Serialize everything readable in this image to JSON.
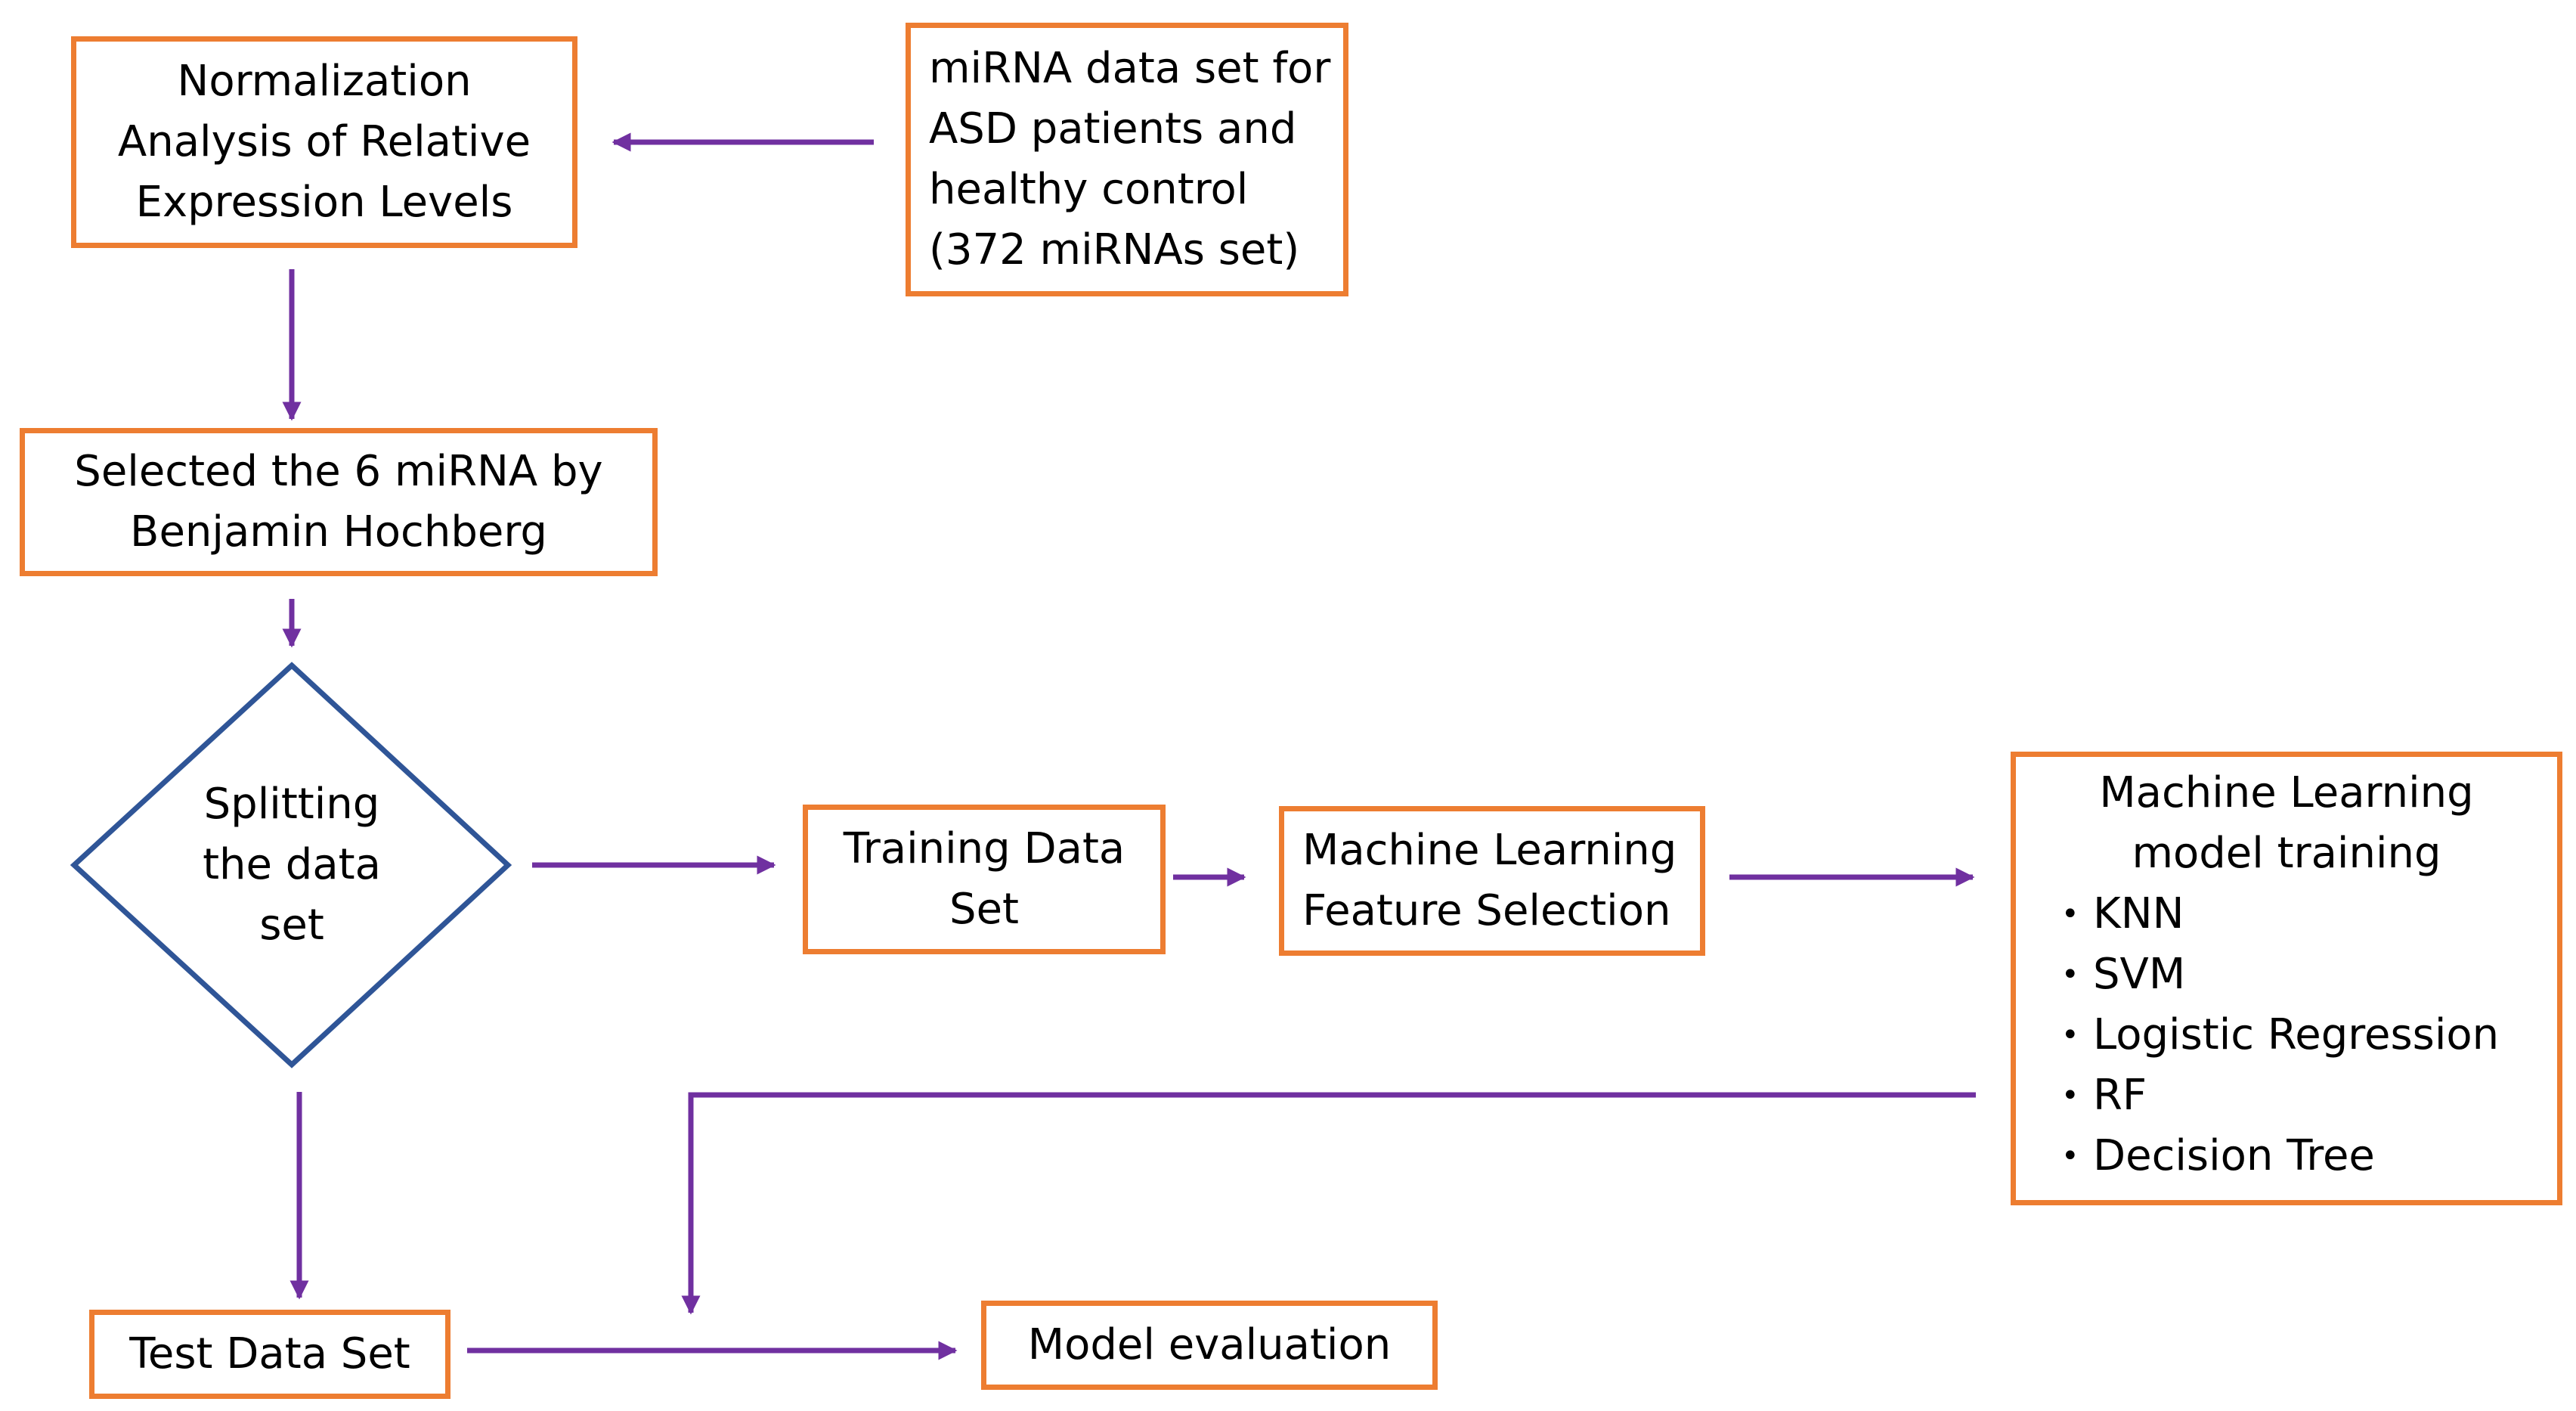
{
  "colors": {
    "box_border": "#ED7D31",
    "diamond_border": "#2F5597",
    "arrow": "#7030A0"
  },
  "nodes": {
    "normalization": {
      "lines": [
        "Normalization",
        "Analysis of Relative",
        "Expression Levels"
      ]
    },
    "mirna_dataset": {
      "lines": [
        "miRNA data set for",
        "ASD patients and",
        "healthy control",
        "(372 miRNAs set)"
      ]
    },
    "selected_mirna": {
      "lines": [
        "Selected the 6 miRNA by",
        "Benjamin Hochberg"
      ]
    },
    "splitting": {
      "lines": [
        "Splitting",
        "the data",
        "set"
      ]
    },
    "training_data": {
      "lines": [
        "Training Data",
        "Set"
      ]
    },
    "feature_selection": {
      "lines": [
        "Machine Learning",
        "Feature Selection"
      ]
    },
    "ml_training": {
      "title_lines": [
        "Machine Learning",
        "model training"
      ],
      "bullet_symbol": "•",
      "models": [
        "KNN",
        "SVM",
        "Logistic Regression",
        "RF",
        "Decision Tree"
      ]
    },
    "test_data": {
      "lines": [
        "Test Data Set"
      ]
    },
    "model_evaluation": {
      "lines": [
        "Model evaluation"
      ]
    }
  }
}
